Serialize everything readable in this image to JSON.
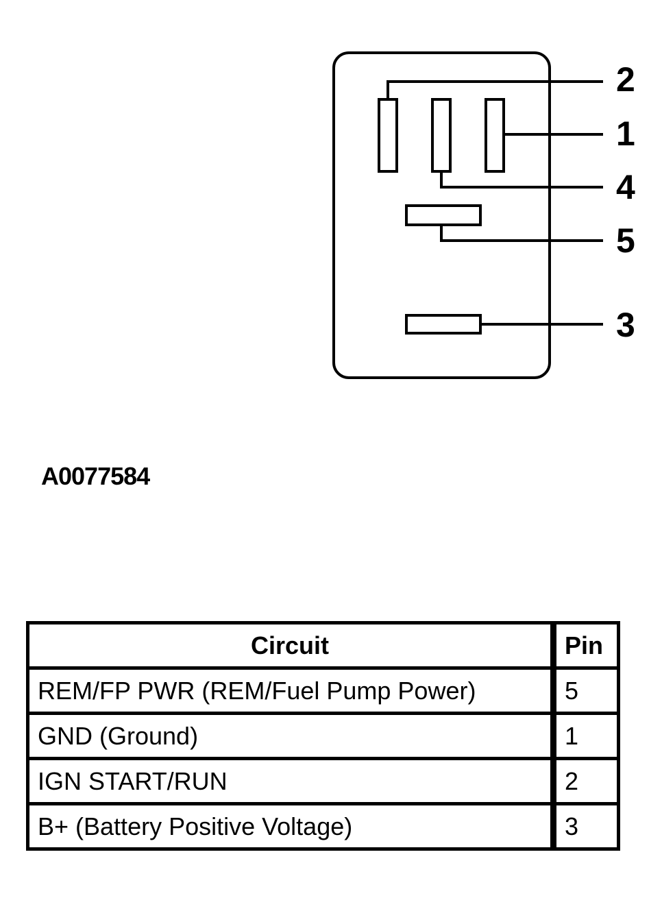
{
  "diagram": {
    "pin_labels": [
      "2",
      "1",
      "4",
      "5",
      "3"
    ]
  },
  "figure_id": "A0077584",
  "table": {
    "headers": {
      "circuit": "Circuit",
      "pin": "Pin"
    },
    "rows": [
      {
        "circuit": "REM/FP PWR (REM/Fuel Pump Power)",
        "pin": "5"
      },
      {
        "circuit": "GND (Ground)",
        "pin": "1"
      },
      {
        "circuit": "IGN START/RUN",
        "pin": "2"
      },
      {
        "circuit": "B+ (Battery Positive Voltage)",
        "pin": "3"
      }
    ]
  }
}
